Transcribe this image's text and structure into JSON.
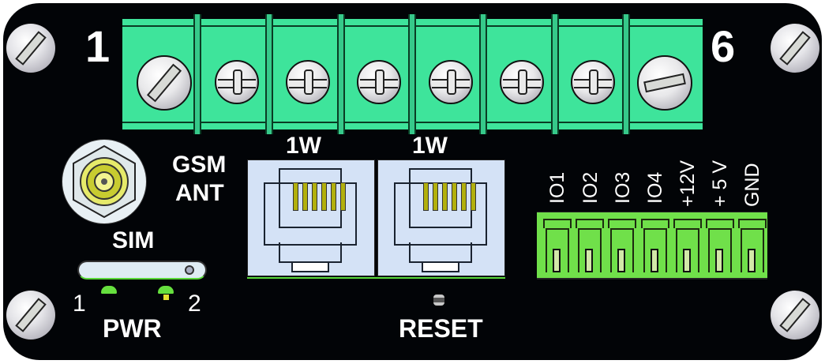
{
  "device": {
    "name": "GSM interface panel",
    "colors": {
      "panel": "#020407",
      "terminal_block": "#3ee49b",
      "io_connector": "#70e04a",
      "rj_jack": "#d4e2f6",
      "pin_gold": "#b2b00c",
      "label": "#ffffff"
    }
  },
  "terminal_block": {
    "start_label": "1",
    "end_label": "6",
    "screws": [
      "slotted",
      "phillips",
      "phillips",
      "phillips",
      "phillips",
      "phillips",
      "phillips",
      "slotted"
    ]
  },
  "antenna": {
    "label_line1": "GSM",
    "label_line2": "ANT"
  },
  "sim": {
    "label": "SIM"
  },
  "power": {
    "label": "PWR",
    "led1_label": "1",
    "led2_label": "2"
  },
  "rj_ports": [
    {
      "label": "1W",
      "pins": 6
    },
    {
      "label": "1W",
      "pins": 6
    }
  ],
  "reset": {
    "label": "RESET"
  },
  "io_connector": {
    "pins": [
      "IO1",
      "IO2",
      "IO3",
      "IO4",
      "+12V",
      "+ 5 V",
      "GND"
    ]
  }
}
